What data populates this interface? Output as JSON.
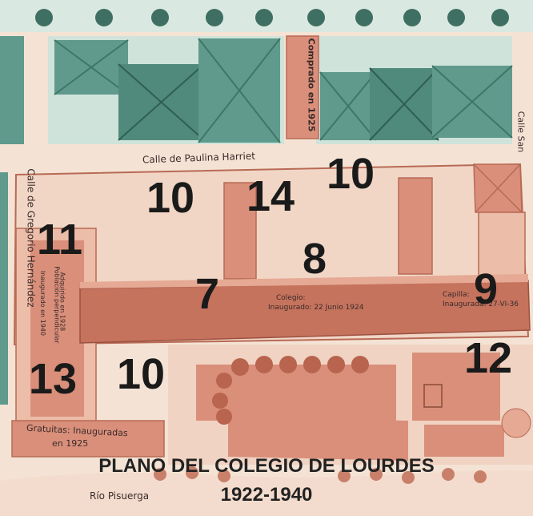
{
  "title": "PLANO DEL COLEGIO DE LOURDES",
  "years": "1922-1940",
  "streets": {
    "paulina": "Calle de Paulina Harriet",
    "gregorio": "Calle de Gregorio Hernández",
    "san": "Calle San",
    "river": "Río Pisuerga"
  },
  "annotations": {
    "comprado": "Comprado en 1925",
    "colegio_1": "Colegio:",
    "colegio_2": "Inaugurado: 22 Junio 1924",
    "capilla_1": "Capilla:",
    "capilla_2": "Inaugurada: 27-VI-36",
    "adquirido_1": "Adquirido en 1928",
    "adquirido_2": "Población perpendicular",
    "adquirido_3": "Inaugurado en 1940",
    "gratuitas_1": "Gratuitas: Inauguradas",
    "gratuitas_2": "en 1925"
  },
  "numbers": {
    "n10a": "10",
    "n10b": "10",
    "n10c": "10",
    "n14": "14",
    "n11": "11",
    "n8": "8",
    "n7": "7",
    "n9": "9",
    "n13": "13",
    "n12": "12"
  },
  "colors": {
    "building": "#d98f7a",
    "roof_dark": "#c5735d",
    "green": "#5f9a8c",
    "green_dark": "#3f7668",
    "paper": "#f5e6d8"
  }
}
